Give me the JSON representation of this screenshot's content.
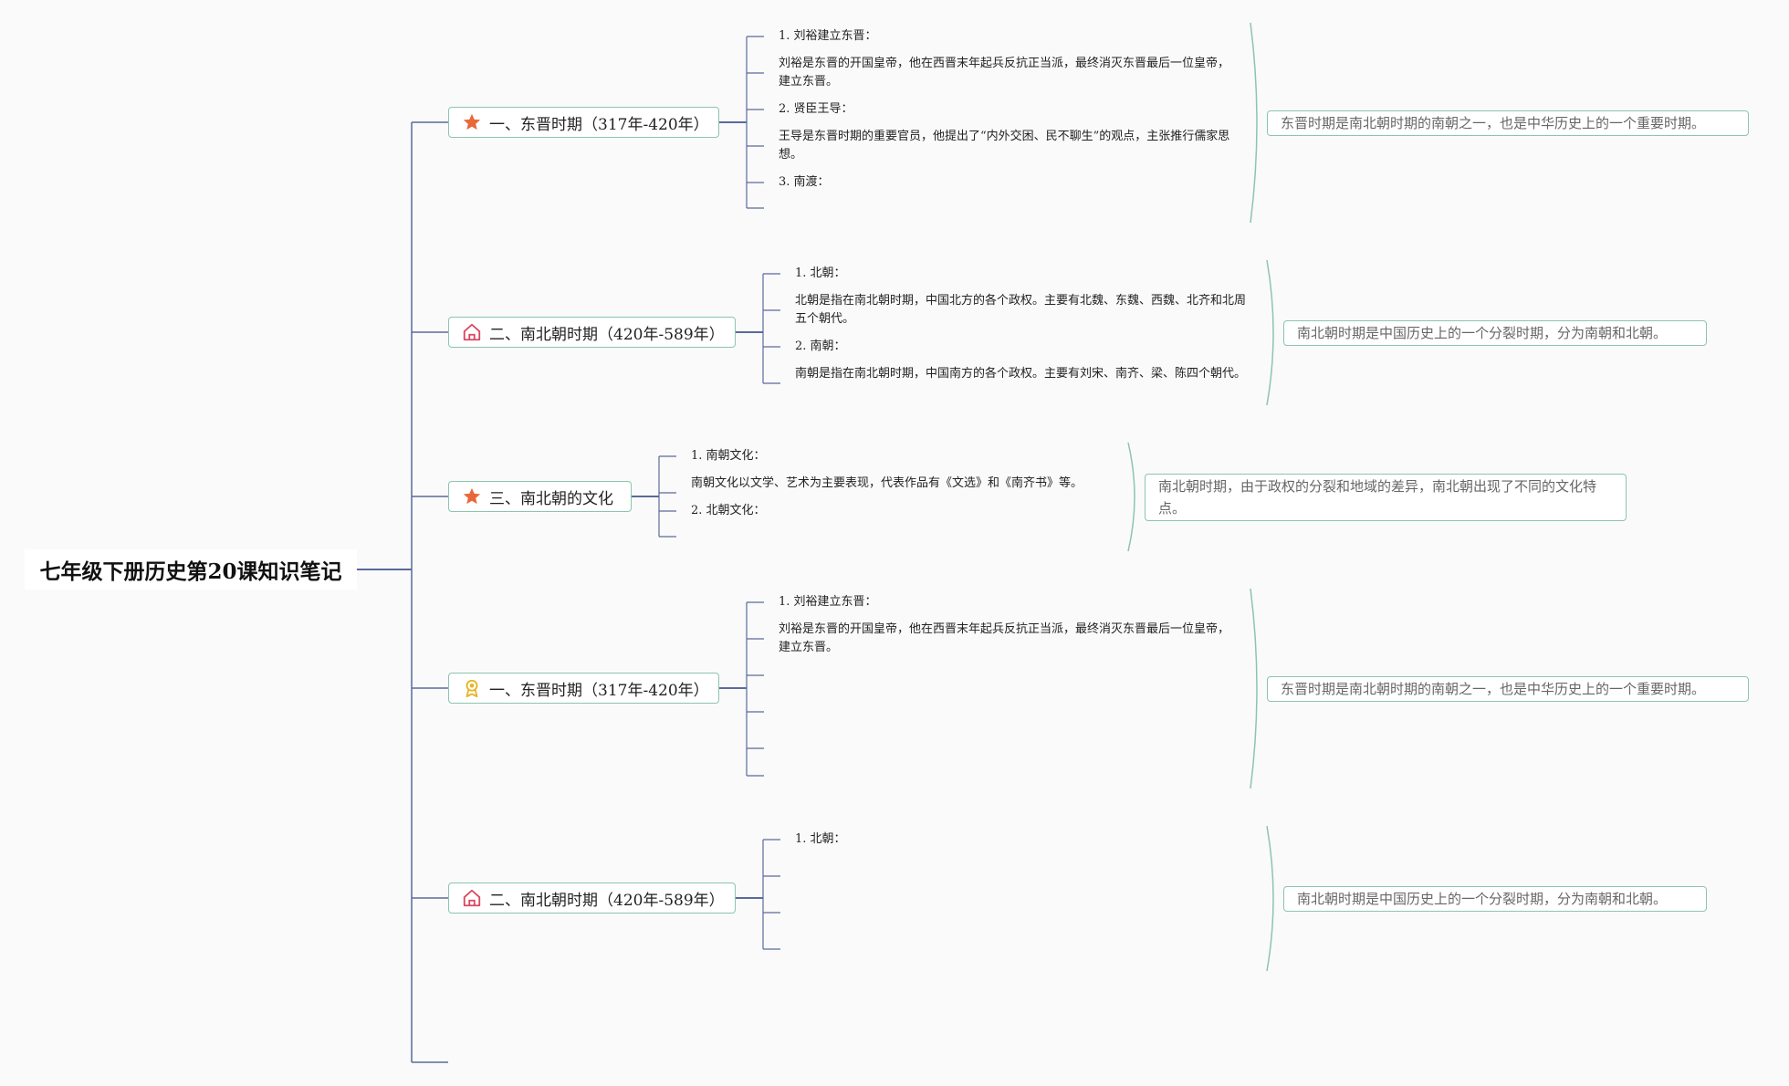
{
  "root": {
    "title": "七年级下册历史第20课知识笔记"
  },
  "topics": [
    {
      "icon": "star-icon",
      "title": "一、东晋时期（317年-420年）",
      "items": [
        "1. 刘裕建立东晋：",
        "刘裕是东晋的开国皇帝，他在西晋末年起兵反抗正当派，最终消灭东晋最后一位皇帝，建立东晋。",
        "2. 贤臣王导：",
        "王导是东晋时期的重要官员，他提出了“内外交困、民不聊生”的观点，主张推行儒家思想。",
        "3. 南渡："
      ],
      "summary": "东晋时期是南北朝时期的南朝之一，也是中华历史上的一个重要时期。"
    },
    {
      "icon": "house-icon",
      "title": "二、南北朝时期（420年-589年）",
      "items": [
        "1. 北朝：",
        "北朝是指在南北朝时期，中国北方的各个政权。主要有北魏、东魏、西魏、北齐和北周五个朝代。",
        "2. 南朝：",
        "南朝是指在南北朝时期，中国南方的各个政权。主要有刘宋、南齐、梁、陈四个朝代。"
      ],
      "summary": "南北朝时期是中国历史上的一个分裂时期，分为南朝和北朝。"
    },
    {
      "icon": "star-icon",
      "title": "三、南北朝的文化",
      "items": [
        "1. 南朝文化：",
        "南朝文化以文学、艺术为主要表现，代表作品有《文选》和《南齐书》等。",
        "2. 北朝文化："
      ],
      "summary": "南北朝时期，由于政权的分裂和地域的差异，南北朝出现了不同的文化特点。"
    },
    {
      "icon": "award-icon",
      "title": "一、东晋时期（317年-420年）",
      "items": [
        "1. 刘裕建立东晋：",
        "刘裕是东晋的开国皇帝，他在西晋末年起兵反抗正当派，最终消灭东晋最后一位皇帝，建立东晋。"
      ],
      "summary": "东晋时期是南北朝时期的南朝之一，也是中华历史上的一个重要时期。"
    },
    {
      "icon": "house-icon",
      "title": "二、南北朝时期（420年-589年）",
      "items": [
        "1. 北朝："
      ],
      "summary": "南北朝时期是中国历史上的一个分裂时期，分为南朝和北朝。"
    }
  ],
  "colors": {
    "connector": "#5b6a9b",
    "summary_border": "#8cc5ad",
    "star": "#e8683a",
    "house": "#d9485f",
    "award": "#e6b422"
  }
}
